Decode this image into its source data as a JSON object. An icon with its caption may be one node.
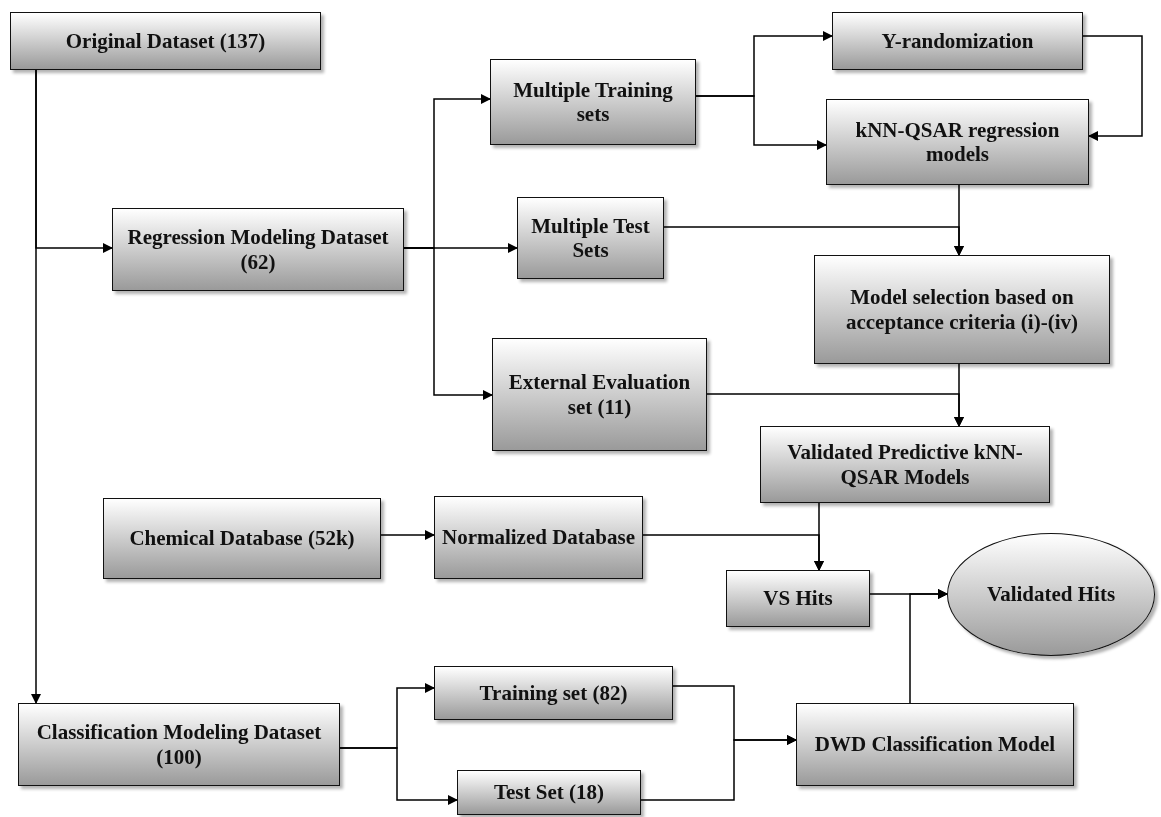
{
  "diagram": {
    "nodes": [
      {
        "text": [
          "Original Dataset (137)"
        ]
      },
      {
        "text": [
          "Regression Modeling Dataset (62)"
        ]
      },
      {
        "text": [
          "Multiple Training sets"
        ]
      },
      {
        "text": [
          "Multiple Test Sets"
        ]
      },
      {
        "text": [
          "External Evaluation set (11)"
        ]
      },
      {
        "text": [
          "Y-randomization"
        ]
      },
      {
        "text": [
          "kNN-QSAR regression models"
        ]
      },
      {
        "text": [
          "Model selection based on acceptance criteria (i)-(iv)"
        ]
      },
      {
        "text": [
          "Validated Predictive kNN-QSAR Models"
        ]
      },
      {
        "text": [
          "Chemical Database (52k)"
        ]
      },
      {
        "text": [
          "Normalized Database"
        ]
      },
      {
        "text": [
          "VS Hits"
        ]
      },
      {
        "text": [
          "Validated Hits"
        ]
      },
      {
        "text": [
          "Classification Modeling Dataset (100)"
        ]
      },
      {
        "text": [
          "Training set (82)"
        ]
      },
      {
        "text": [
          "Test Set (18)"
        ]
      },
      {
        "text": [
          "DWD Classification Model"
        ]
      }
    ],
    "edges": [
      {
        "from": 0,
        "to": 1,
        "arrow": "to"
      },
      {
        "from": 0,
        "to": 13,
        "arrow": "to"
      },
      {
        "from": 1,
        "to": 2,
        "arrow": "to"
      },
      {
        "from": 1,
        "to": 3,
        "arrow": "to"
      },
      {
        "from": 1,
        "to": 4,
        "arrow": "to"
      },
      {
        "from": 2,
        "to": 5,
        "arrow": "to"
      },
      {
        "from": 2,
        "to": 6,
        "arrow": "to"
      },
      {
        "from": 5,
        "to": 6,
        "arrow": "to"
      },
      {
        "from": 6,
        "to": 7,
        "arrow": "to"
      },
      {
        "from": 3,
        "to": 7,
        "arrow": "to"
      },
      {
        "from": 7,
        "to": 8,
        "arrow": "to"
      },
      {
        "from": 4,
        "to": 8,
        "arrow": "to"
      },
      {
        "from": 9,
        "to": 10,
        "arrow": "to"
      },
      {
        "from": 8,
        "to": 11,
        "arrow": "to"
      },
      {
        "from": 10,
        "to": 11,
        "arrow": "to"
      },
      {
        "from": 11,
        "to": 12,
        "arrow": "to"
      },
      {
        "from": 16,
        "to": 12,
        "arrow": "to"
      },
      {
        "from": 13,
        "to": 14,
        "arrow": "to"
      },
      {
        "from": 13,
        "to": 15,
        "arrow": "to"
      },
      {
        "from": 14,
        "to": 16,
        "arrow": "to"
      },
      {
        "from": 15,
        "to": 16,
        "arrow": "to"
      }
    ]
  }
}
